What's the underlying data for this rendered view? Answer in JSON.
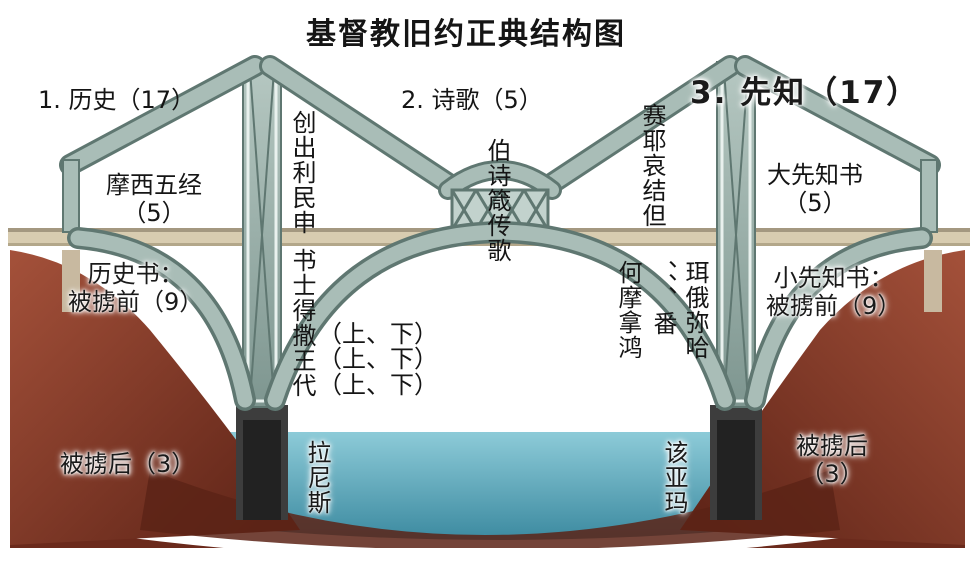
{
  "title": "基督教旧约正典结构图",
  "sections": {
    "history": "1. 历史（17）",
    "poetry": "2. 诗歌（5）",
    "prophets": "3. 先知（17）"
  },
  "books": {
    "pentateuch_line1": "摩西五经",
    "pentateuch_line2": "（5）",
    "history_books_line1": "历史书：",
    "history_books_line2": "被掳前（9）",
    "ruth_group": "创出利民申",
    "samuel_group": "书士得撒王代",
    "paren_row1": "（上、下）",
    "paren_row2": "（上、下）",
    "paren_row3": "（上、下）",
    "poetry_books": "伯诗箴传歌",
    "major_prophets_left": "赛耶哀结但",
    "major_prophets_line1": "大先知书",
    "major_prophets_line2": "（5）",
    "minor_col1": "珥俄弥哈",
    "minor_col2": "、、、番",
    "minor_col3": "何摩拿鸿",
    "minor_prophets_line1": "小先知书：",
    "minor_prophets_line2": "被掳前（9）",
    "post_exile_left": "被掳后（3）",
    "post_exile_right_line1": "被掳后",
    "post_exile_right_line2": "（3）",
    "ezra_group": "拉尼斯",
    "haggai_group": "该亚玛"
  },
  "colors": {
    "steel": "#8fa6a0",
    "steel_dark": "#5f7771",
    "steel_light": "#b3c6c0",
    "deck": "#d2c6a8",
    "deck_rail": "#9a8f75",
    "water": "#6fb8c9",
    "earth": "#8a3a2a",
    "earth_dark": "#5e2418",
    "pier": "#555555"
  }
}
